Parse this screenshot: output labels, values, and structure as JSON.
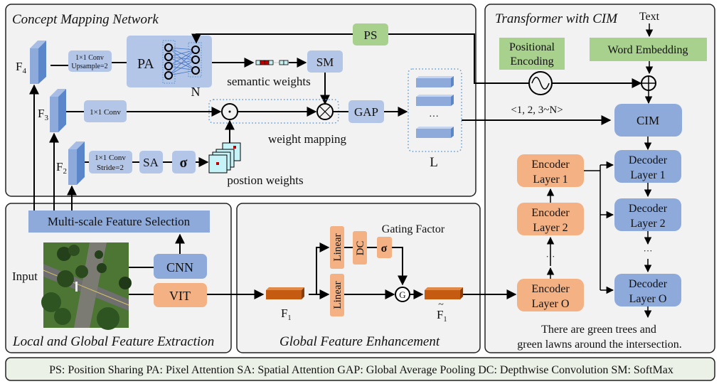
{
  "panels": {
    "concept_mapping": {
      "title": "Concept Mapping Network",
      "features": {
        "f4": "F",
        "f4_sub": "4",
        "f3": "F",
        "f3_sub": "3",
        "f2": "F",
        "f2_sub": "2"
      },
      "conv_f4_line1": "1×1 Conv",
      "conv_f4_line2": "Upsample=2",
      "conv_f3": "1×1 Conv",
      "conv_f2_line1": "1×1 Conv",
      "conv_f2_line2": "Stride=2",
      "pa": "PA",
      "pa_n": "N",
      "ps": "PS",
      "sm": "SM",
      "sa": "SA",
      "sigma": "σ",
      "gap": "GAP",
      "semantic_weights": "semantic weights",
      "weight_mapping": "weight mapping",
      "position_weights": "postion weights",
      "l_label": "L",
      "ellipsis": "···"
    },
    "local_global": {
      "title": "Local and Global Feature Extraction",
      "msfs": "Multi-scale Feature Selection",
      "input": "Input",
      "cnn": "CNN",
      "vit": "VIT"
    },
    "global_enhancement": {
      "title": "Global Feature Enhancement",
      "gating_factor": "Gating Factor",
      "linear_top": "Linear",
      "linear_bottom": "Linear",
      "dc": "DC",
      "sigma": "σ",
      "g": "G",
      "f1": "F",
      "f1_sub": "1",
      "f1_tilde": "F",
      "f1_tilde_sub": "1",
      "tilde": "~"
    },
    "transformer": {
      "title": "Transformer with CIM",
      "text": "Text",
      "positional_line1": "Positional",
      "positional_line2": "Encoding",
      "word_embedding": "Word Embedding",
      "sequence": "<1, 2, 3~N>",
      "cim": "CIM",
      "encoders": [
        {
          "line1": "Encoder",
          "line2": "Layer 1"
        },
        {
          "line1": "Encoder",
          "line2": "Layer 2"
        },
        {
          "line1": "Encoder",
          "line2": "Layer O"
        }
      ],
      "decoders": [
        {
          "line1": "Decoder",
          "line2": "Layer 1"
        },
        {
          "line1": "Decoder",
          "line2": "Layer 2"
        },
        {
          "line1": "Decoder",
          "line2": "Layer O"
        }
      ],
      "ellipsis": "···",
      "caption_line1": "There are green trees and",
      "caption_line2": "green lawns around the intersection."
    }
  },
  "legend": "PS: Position Sharing  PA: Pixel Attention  SA: Spatial Attention  GAP: Global Average Pooling  DC: Depthwise Convolution  SM: SoftMax",
  "colors": {
    "panel_bg": "#f2f2f2",
    "blue_box": "#b4c6e7",
    "blue_dark": "#8eaadb",
    "green_box": "#a9d18e",
    "orange_box": "#f4b183",
    "orange_feat": "#c55a11",
    "legend_bg": "#ebf1e6"
  }
}
